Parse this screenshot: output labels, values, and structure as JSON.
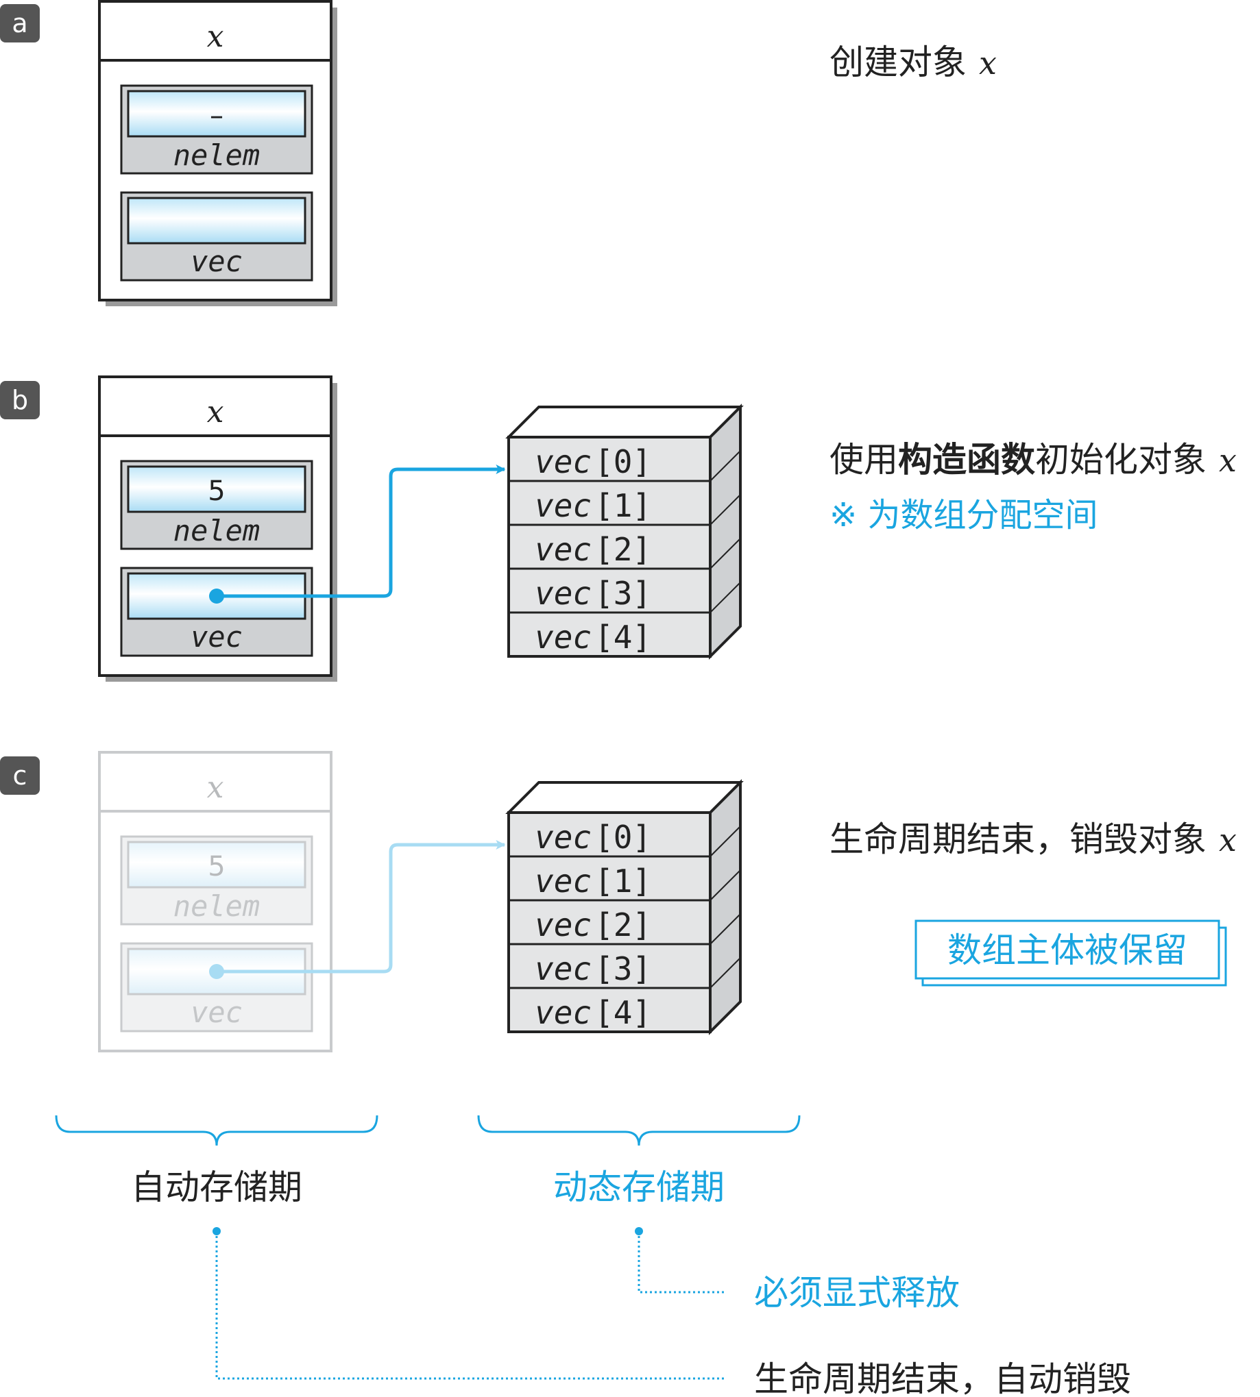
{
  "panels": [
    {
      "label": "a",
      "object_name": "x",
      "nelem_value": "–",
      "nelem_label": "nelem",
      "vec_label": "vec",
      "caption": "创建对象",
      "caption_var": "x"
    },
    {
      "label": "b",
      "object_name": "x",
      "nelem_value": "5",
      "nelem_label": "nelem",
      "vec_label": "vec",
      "caption_parts": [
        "使用",
        "构造函数",
        "初始化对象"
      ],
      "caption_var": "x",
      "note": "※ 为数组分配空间",
      "array_name": "vec",
      "array_indices": [
        "0",
        "1",
        "2",
        "3",
        "4"
      ]
    },
    {
      "label": "c",
      "object_name": "x",
      "nelem_value": "5",
      "nelem_label": "nelem",
      "vec_label": "vec",
      "caption": "生命周期结束，销毁对象",
      "caption_var": "x",
      "callout": "数组主体被保留",
      "array_name": "vec",
      "array_indices": [
        "0",
        "1",
        "2",
        "3",
        "4"
      ]
    }
  ],
  "bottom": {
    "auto_label": "自动存储期",
    "dynamic_label": "动态存储期",
    "dynamic_note": "必须显式释放",
    "auto_note": "生命周期结束，自动销毁"
  },
  "colors": {
    "accent": "#1aa5e0",
    "dark": "#222222",
    "gray": "#cfd1d3",
    "faded": "#c9cbcd"
  }
}
